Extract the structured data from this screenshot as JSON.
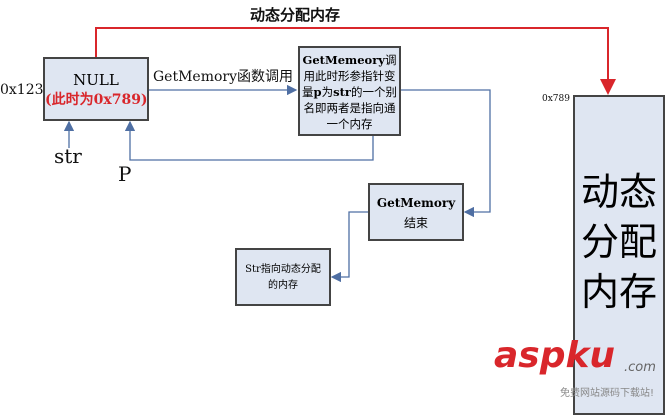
{
  "title": "动态分配内存",
  "null_box": {
    "line1": "NULL",
    "line2": "(此时为0x789)"
  },
  "addr_left": "0x123",
  "call_label": "GetMemory函数调用",
  "alias_box": {
    "bold": "GetMemeory",
    "text": "调用此时形参指针变量",
    "p": "p",
    "mid": "为",
    "str": "str",
    "rest": "的一个别名即两者是指向通一个内存"
  },
  "end_box": {
    "bold": "GetMemory",
    "text": "结束"
  },
  "str_box": "Str指向动态分配的内存",
  "str_label": "str",
  "p_label": "P",
  "addr_right": "0x789",
  "memory_box": "动态分配内存",
  "watermark": {
    "brand": "aspku",
    "tld": ".com",
    "slogan": "免费网站源码下载站!"
  },
  "colors": {
    "red": "#d9262b",
    "blue": "#4f6fa3",
    "box": "#dfe6f2"
  }
}
